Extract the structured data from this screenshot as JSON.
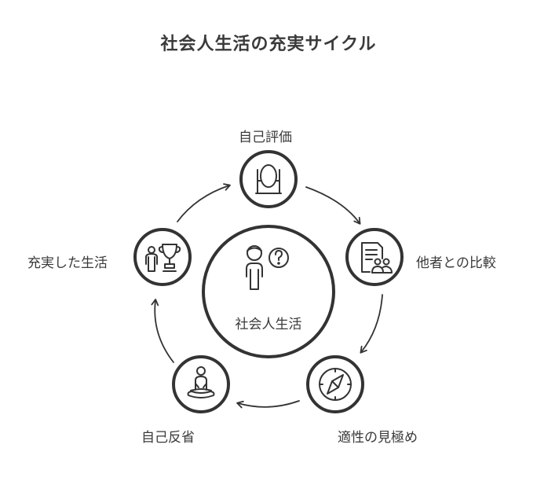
{
  "title": "社会人生活の充実サイクル",
  "center": {
    "label": "社会人生活",
    "icon": "person-question-icon"
  },
  "nodes": [
    {
      "id": "self-evaluation",
      "label": "自己評価",
      "icon": "mirror-icon"
    },
    {
      "id": "comparison",
      "label": "他者との比較",
      "icon": "document-people-icon"
    },
    {
      "id": "aptitude",
      "label": "適性の見極め",
      "icon": "compass-icon"
    },
    {
      "id": "reflection",
      "label": "自己反省",
      "icon": "meditating-person-icon"
    },
    {
      "id": "fulfilled-life",
      "label": "充実した生活",
      "icon": "person-trophy-icon"
    }
  ],
  "colors": {
    "stroke": "#333333",
    "text": "#3a3a3a",
    "background": "#ffffff"
  }
}
